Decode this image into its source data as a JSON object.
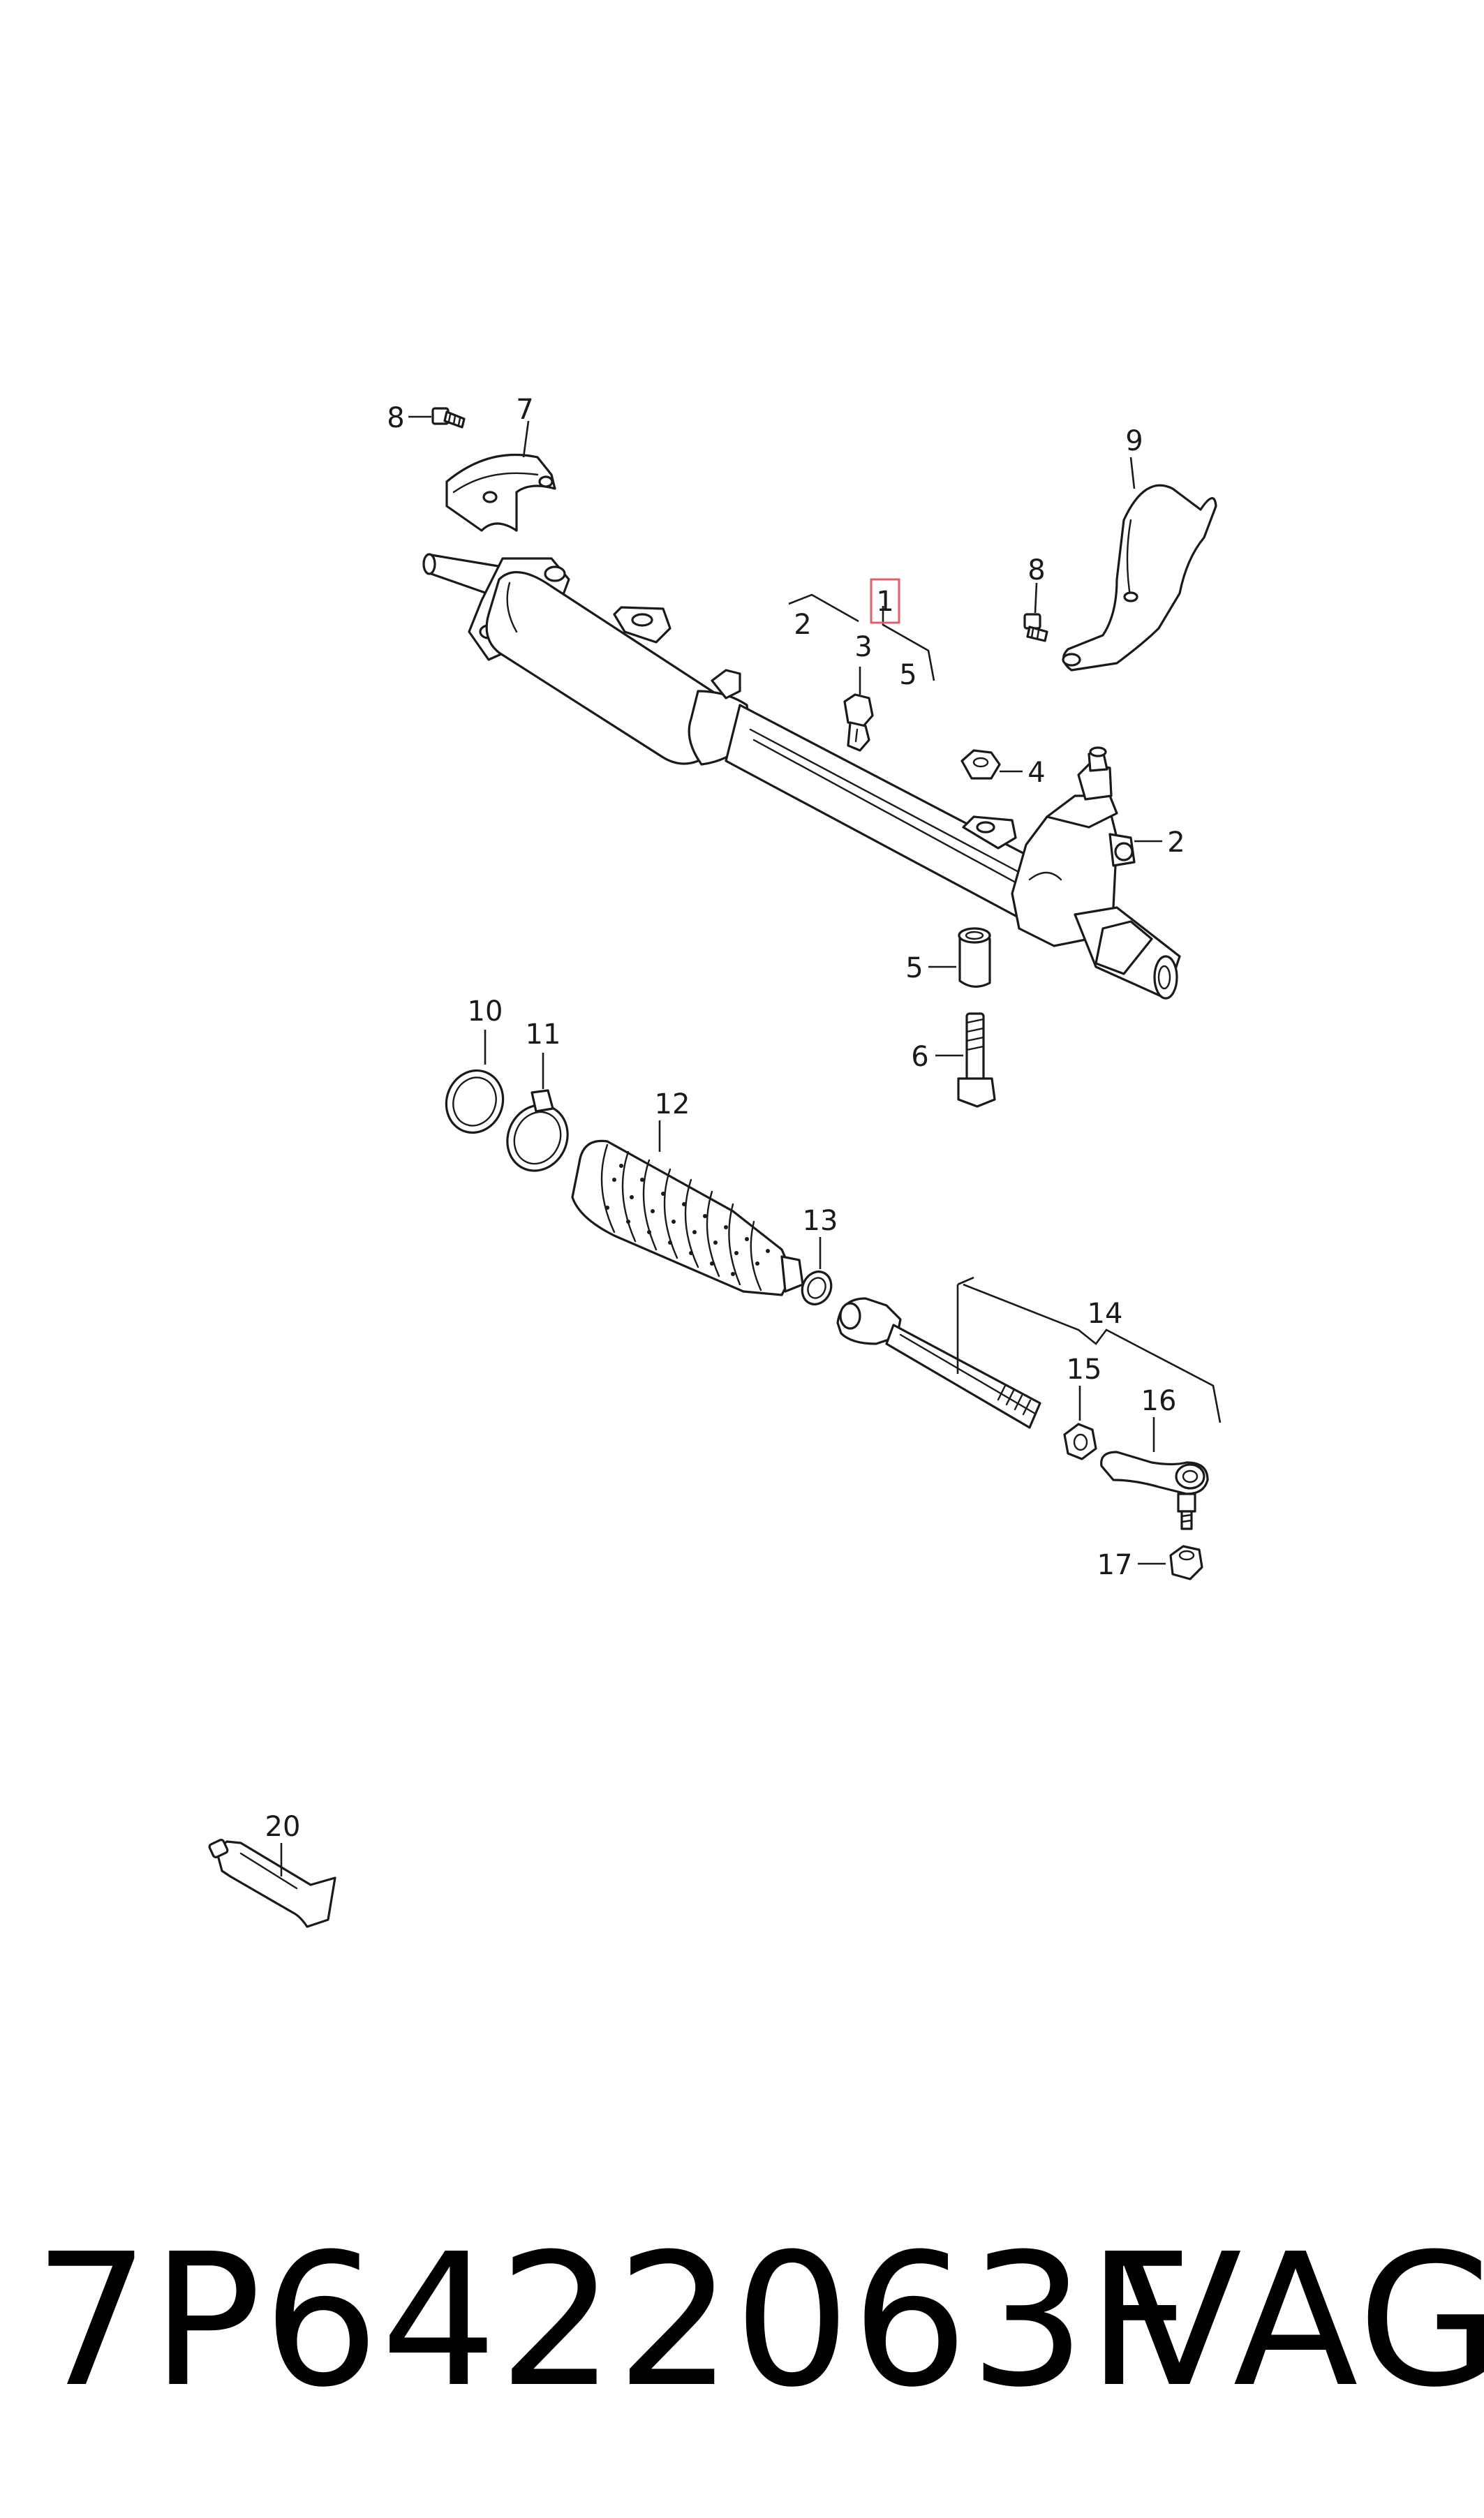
{
  "callouts": {
    "c1": "1",
    "c2a": "2",
    "c2b": "2",
    "c3": "3",
    "c4": "4",
    "c5a": "5",
    "c5b": "5",
    "c6": "6",
    "c7": "7",
    "c8a": "8",
    "c8b": "8",
    "c9": "9",
    "c10": "10",
    "c11": "11",
    "c12": "12",
    "c13": "13",
    "c14": "14",
    "c15": "15",
    "c16": "16",
    "c17": "17",
    "c20": "20"
  },
  "highlight_callout": "1",
  "highlight_color": "#e0606a",
  "caption": {
    "part_number": "7P6422063F",
    "brand": "VAG"
  }
}
